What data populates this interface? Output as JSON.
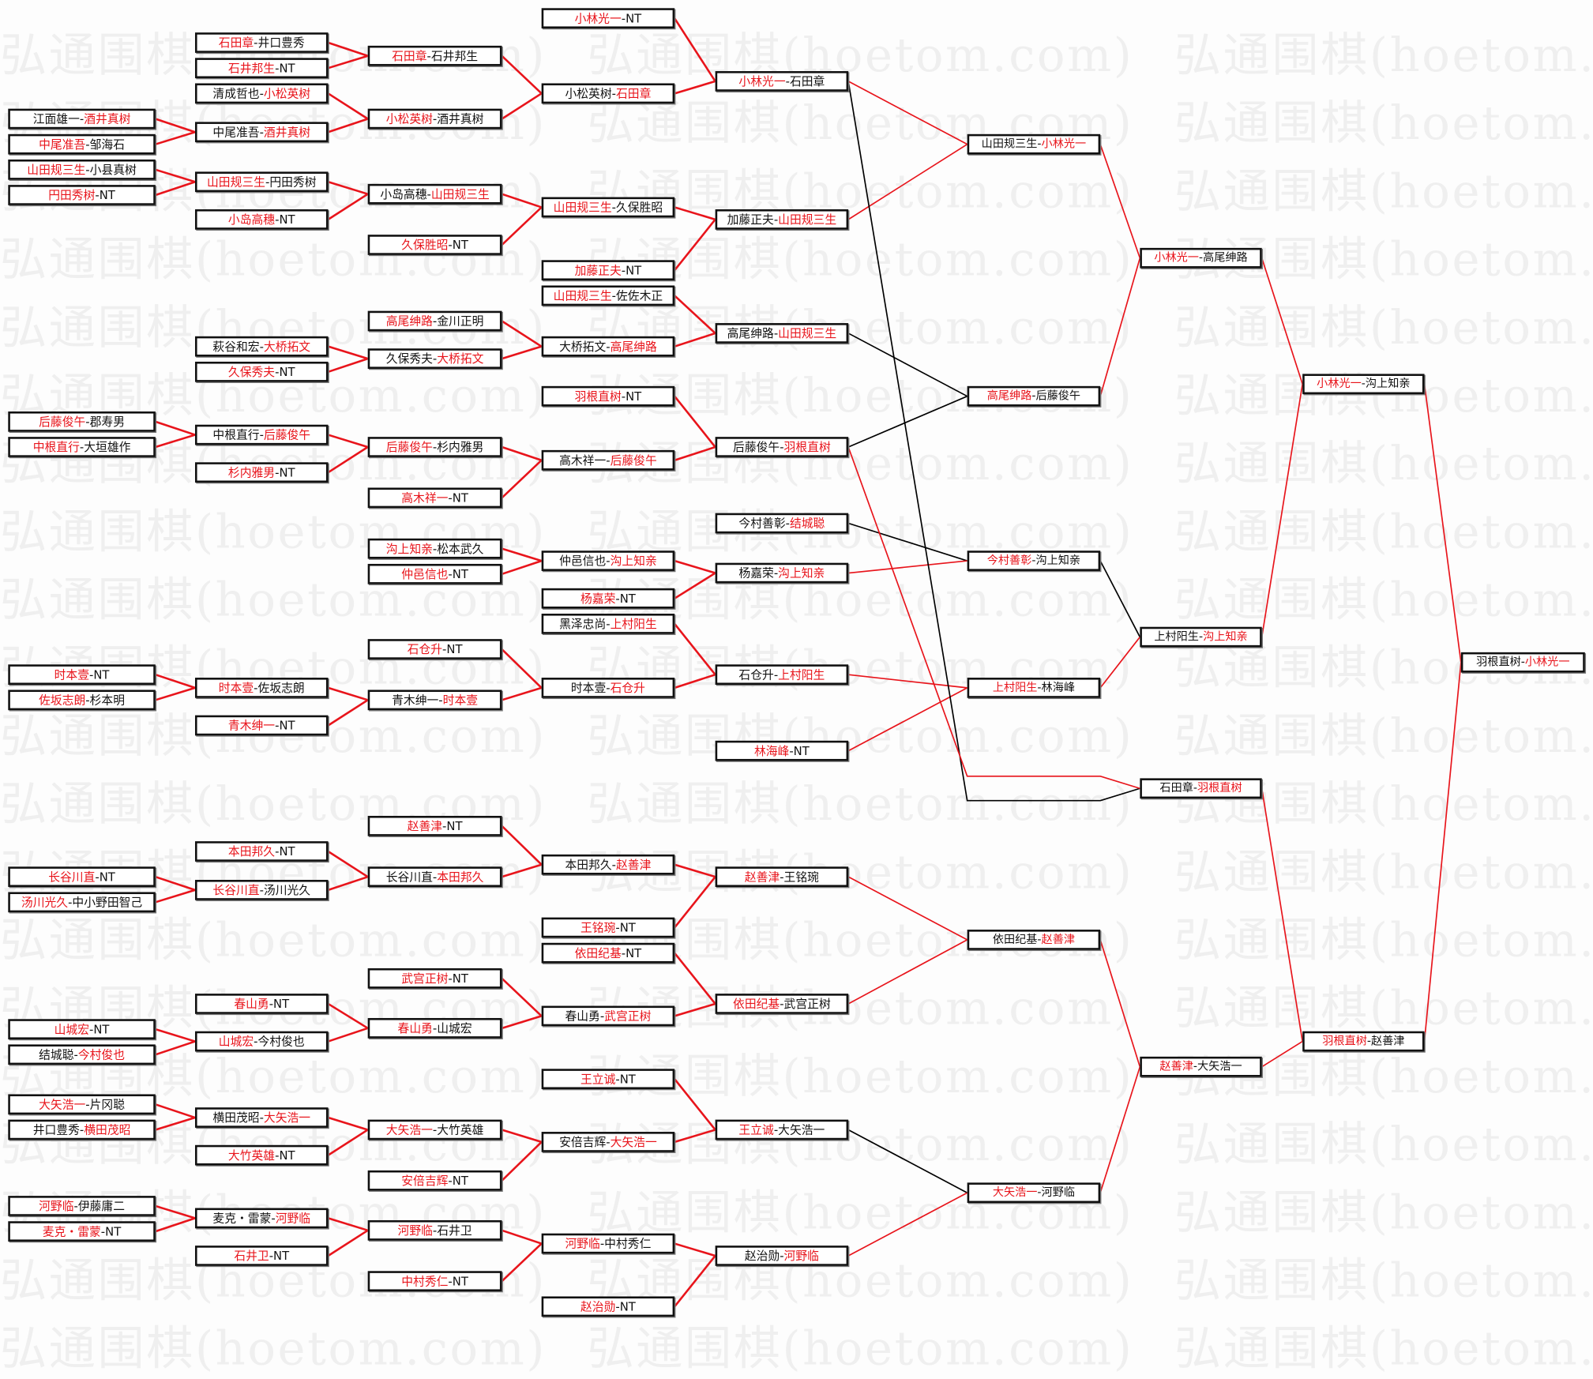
{
  "watermark": "弘通围棋(hoetom.com)",
  "colors": {
    "winner": "#e8141b",
    "loser": "#111111",
    "line_red": "#e8141b",
    "line_black": "#000000"
  },
  "separator": "-",
  "columns": [
    {
      "matches": [
        {
          "a": "江面雄一",
          "b": "酒井真树",
          "winner": "b"
        },
        {
          "a": "中尾准吾",
          "b": "邹海石",
          "winner": "a"
        },
        {
          "a": "山田规三生",
          "b": "小县真树",
          "winner": "a"
        },
        {
          "a": "円田秀树",
          "b": "NT",
          "winner": "a"
        },
        {
          "a": "后藤俊午",
          "b": "郡寿男",
          "winner": "a"
        },
        {
          "a": "中根直行",
          "b": "大垣雄作",
          "winner": "a"
        },
        {
          "a": "时本壹",
          "b": "NT",
          "winner": "a"
        },
        {
          "a": "佐坂志朗",
          "b": "杉本明",
          "winner": "a"
        },
        {
          "a": "长谷川直",
          "b": "NT",
          "winner": "a"
        },
        {
          "a": "汤川光久",
          "b": "中小野田智己",
          "winner": "a"
        },
        {
          "a": "山城宏",
          "b": "NT",
          "winner": "a"
        },
        {
          "a": "结城聪",
          "b": "今村俊也",
          "winner": "b"
        },
        {
          "a": "大矢浩一",
          "b": "片冈聪",
          "winner": "a"
        },
        {
          "a": "井口豊秀",
          "b": "横田茂昭",
          "winner": "b"
        },
        {
          "a": "河野临",
          "b": "伊藤庸二",
          "winner": "a"
        },
        {
          "a": "麦克・雷蒙",
          "b": "NT",
          "winner": "a"
        }
      ]
    },
    {
      "matches": [
        {
          "a": "石田章",
          "b": "井口豊秀",
          "winner": "a"
        },
        {
          "a": "石井邦生",
          "b": "NT",
          "winner": "a"
        },
        {
          "a": "清成哲也",
          "b": "小松英树",
          "winner": "b"
        },
        {
          "a": "中尾准吾",
          "b": "酒井真树",
          "winner": "b"
        },
        {
          "a": "山田规三生",
          "b": "円田秀树",
          "winner": "a"
        },
        {
          "a": "小岛高穗",
          "b": "NT",
          "winner": "a"
        },
        {
          "a": "萩谷和宏",
          "b": "大桥拓文",
          "winner": "b"
        },
        {
          "a": "久保秀夫",
          "b": "NT",
          "winner": "a"
        },
        {
          "a": "中根直行",
          "b": "后藤俊午",
          "winner": "b"
        },
        {
          "a": "杉内雅男",
          "b": "NT",
          "winner": "a"
        },
        {
          "a": "时本壹",
          "b": "佐坂志朗",
          "winner": "a"
        },
        {
          "a": "青木绅一",
          "b": "NT",
          "winner": "a"
        },
        {
          "a": "本田邦久",
          "b": "NT",
          "winner": "a"
        },
        {
          "a": "长谷川直",
          "b": "汤川光久",
          "winner": "a"
        },
        {
          "a": "春山勇",
          "b": "NT",
          "winner": "a"
        },
        {
          "a": "山城宏",
          "b": "今村俊也",
          "winner": "a"
        },
        {
          "a": "横田茂昭",
          "b": "大矢浩一",
          "winner": "b"
        },
        {
          "a": "大竹英雄",
          "b": "NT",
          "winner": "a"
        },
        {
          "a": "麦克・雷蒙",
          "b": "河野临",
          "winner": "b"
        },
        {
          "a": "石井卫",
          "b": "NT",
          "winner": "a"
        }
      ]
    },
    {
      "matches": [
        {
          "a": "石田章",
          "b": "石井邦生",
          "winner": "a"
        },
        {
          "a": "小松英树",
          "b": "酒井真树",
          "winner": "a"
        },
        {
          "a": "小岛高穗",
          "b": "山田规三生",
          "winner": "b"
        },
        {
          "a": "久保胜昭",
          "b": "NT",
          "winner": "a"
        },
        {
          "a": "高尾绅路",
          "b": "金川正明",
          "winner": "a"
        },
        {
          "a": "久保秀夫",
          "b": "大桥拓文",
          "winner": "b"
        },
        {
          "a": "后藤俊午",
          "b": "杉内雅男",
          "winner": "a"
        },
        {
          "a": "高木祥一",
          "b": "NT",
          "winner": "a"
        },
        {
          "a": "沟上知亲",
          "b": "松本武久",
          "winner": "a"
        },
        {
          "a": "仲邑信也",
          "b": "NT",
          "winner": "a"
        },
        {
          "a": "石仓升",
          "b": "NT",
          "winner": "a"
        },
        {
          "a": "青木绅一",
          "b": "时本壹",
          "winner": "b"
        },
        {
          "a": "赵善津",
          "b": "NT",
          "winner": "a"
        },
        {
          "a": "长谷川直",
          "b": "本田邦久",
          "winner": "b"
        },
        {
          "a": "武宫正树",
          "b": "NT",
          "winner": "a"
        },
        {
          "a": "春山勇",
          "b": "山城宏",
          "winner": "a"
        },
        {
          "a": "大矢浩一",
          "b": "大竹英雄",
          "winner": "a"
        },
        {
          "a": "安倍吉辉",
          "b": "NT",
          "winner": "a"
        },
        {
          "a": "河野临",
          "b": "石井卫",
          "winner": "a"
        },
        {
          "a": "中村秀仁",
          "b": "NT",
          "winner": "a"
        }
      ]
    },
    {
      "matches": [
        {
          "a": "小林光一",
          "b": "NT",
          "winner": "a"
        },
        {
          "a": "小松英树",
          "b": "石田章",
          "winner": "b"
        },
        {
          "a": "山田规三生",
          "b": "久保胜昭",
          "winner": "a"
        },
        {
          "a": "加藤正夫",
          "b": "NT",
          "winner": "a"
        },
        {
          "a": "山田规三生",
          "b": "佐佐木正",
          "winner": "a"
        },
        {
          "a": "大桥拓文",
          "b": "高尾绅路",
          "winner": "b"
        },
        {
          "a": "羽根直树",
          "b": "NT",
          "winner": "a"
        },
        {
          "a": "高木祥一",
          "b": "后藤俊午",
          "winner": "b"
        },
        {
          "a": "仲邑信也",
          "b": "沟上知亲",
          "winner": "b"
        },
        {
          "a": "杨嘉荣",
          "b": "NT",
          "winner": "a"
        },
        {
          "a": "黑泽忠尚",
          "b": "上村阳生",
          "winner": "b"
        },
        {
          "a": "时本壹",
          "b": "石仓升",
          "winner": "b"
        },
        {
          "a": "本田邦久",
          "b": "赵善津",
          "winner": "b"
        },
        {
          "a": "王铭琬",
          "b": "NT",
          "winner": "a"
        },
        {
          "a": "依田纪基",
          "b": "NT",
          "winner": "a"
        },
        {
          "a": "春山勇",
          "b": "武宫正树",
          "winner": "b"
        },
        {
          "a": "王立诚",
          "b": "NT",
          "winner": "a"
        },
        {
          "a": "安倍吉辉",
          "b": "大矢浩一",
          "winner": "b"
        },
        {
          "a": "河野临",
          "b": "中村秀仁",
          "winner": "a"
        },
        {
          "a": "赵治勋",
          "b": "NT",
          "winner": "a"
        }
      ]
    },
    {
      "matches": [
        {
          "a": "小林光一",
          "b": "石田章",
          "winner": "a"
        },
        {
          "a": "加藤正夫",
          "b": "山田规三生",
          "winner": "b"
        },
        {
          "a": "高尾绅路",
          "b": "山田规三生",
          "winner": "b"
        },
        {
          "a": "后藤俊午",
          "b": "羽根直树",
          "winner": "b"
        },
        {
          "a": "今村善彰",
          "b": "结城聪",
          "winner": "b"
        },
        {
          "a": "杨嘉荣",
          "b": "沟上知亲",
          "winner": "b"
        },
        {
          "a": "石仓升",
          "b": "上村阳生",
          "winner": "b"
        },
        {
          "a": "林海峰",
          "b": "NT",
          "winner": "a"
        },
        {
          "a": "赵善津",
          "b": "王铭琬",
          "winner": "a"
        },
        {
          "a": "依田纪基",
          "b": "武宫正树",
          "winner": "a"
        },
        {
          "a": "王立诚",
          "b": "大矢浩一",
          "winner": "a"
        },
        {
          "a": "赵治勋",
          "b": "河野临",
          "winner": "b"
        }
      ]
    },
    {
      "matches": [
        {
          "a": "山田规三生",
          "b": "小林光一",
          "winner": "b"
        },
        {
          "a": "高尾绅路",
          "b": "后藤俊午",
          "winner": "a"
        },
        {
          "a": "今村善彰",
          "b": "沟上知亲",
          "winner": "a"
        },
        {
          "a": "上村阳生",
          "b": "林海峰",
          "winner": "a"
        },
        {
          "a": "依田纪基",
          "b": "赵善津",
          "winner": "b"
        },
        {
          "a": "大矢浩一",
          "b": "河野临",
          "winner": "a"
        }
      ]
    },
    {
      "matches": [
        {
          "a": "小林光一",
          "b": "高尾绅路",
          "winner": "a"
        },
        {
          "a": "上村阳生",
          "b": "沟上知亲",
          "winner": "b"
        },
        {
          "a": "石田章",
          "b": "羽根直树",
          "winner": "b"
        },
        {
          "a": "赵善津",
          "b": "大矢浩一",
          "winner": "a"
        }
      ]
    },
    {
      "matches": [
        {
          "a": "小林光一",
          "b": "沟上知亲",
          "winner": "a"
        },
        {
          "a": "羽根直树",
          "b": "赵善津",
          "winner": "a"
        }
      ]
    },
    {
      "matches": [
        {
          "a": "羽根直树",
          "b": "小林光一",
          "winner": "b"
        }
      ]
    }
  ]
}
